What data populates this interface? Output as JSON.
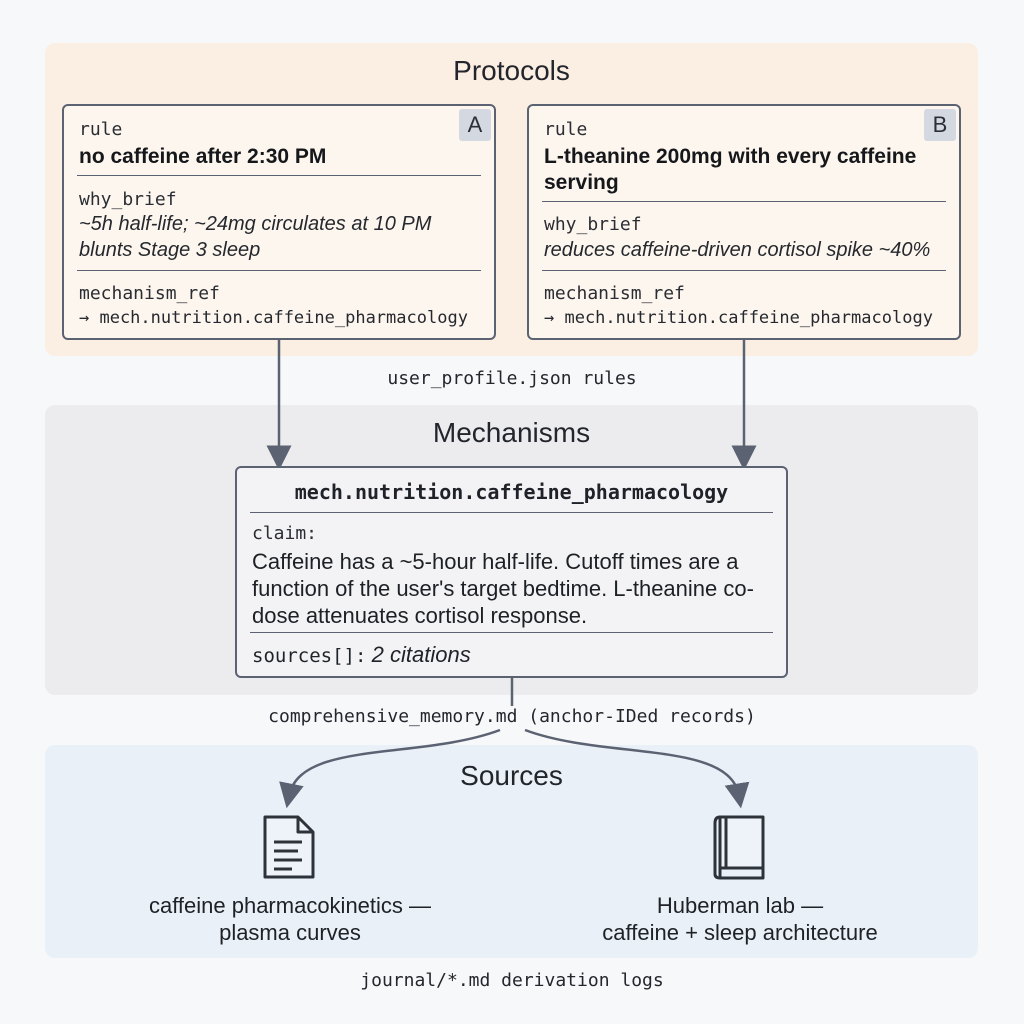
{
  "protocols": {
    "title": "Protocols",
    "card_a": {
      "badge": "A",
      "rule_label": "rule",
      "rule": "no caffeine after 2:30 PM",
      "why_label": "why_brief",
      "why": "~5h half-life; ~24mg circulates at 10 PM blunts Stage 3 sleep",
      "mechanism_label": "mechanism_ref",
      "mechanism": "→ mech.nutrition.caffeine_pharmacology"
    },
    "card_b": {
      "badge": "B",
      "rule_label": "rule",
      "rule": "L-theanine 200mg with every caffeine serving",
      "why_label": "why_brief",
      "why": "reduces caffeine-driven cortisol spike ~40%",
      "mechanism_label": "mechanism_ref",
      "mechanism": "→ mech.nutrition.caffeine_pharmacology"
    }
  },
  "captions": {
    "protocols_to_mechanisms": "user_profile.json rules",
    "mechanisms_to_sources": "comprehensive_memory.md (anchor-IDed records)",
    "sources_footer": "journal/*.md derivation logs"
  },
  "mechanisms": {
    "title": "Mechanisms",
    "card": {
      "id": "mech.nutrition.caffeine_pharmacology",
      "claim_label": "claim:",
      "claim": "Caffeine has a ~5-hour half-life. Cutoff times are a function of the user's target bedtime. L-theanine co-dose attenuates cortisol response.",
      "sources_label": "sources[]:",
      "sources_count": "2 citations"
    }
  },
  "sources": {
    "title": "Sources",
    "items": [
      {
        "icon": "document-icon",
        "line1": "caffeine pharmacokinetics —",
        "line2": "plasma curves"
      },
      {
        "icon": "book-icon",
        "line1": "Huberman lab —",
        "line2": "caffeine + sleep architecture"
      }
    ]
  },
  "colors": {
    "protocols_band": "#fbeee3",
    "mechanisms_band": "#ececef",
    "sources_band": "#e9f0f7",
    "border": "#5b6272",
    "arrow": "#5b6272"
  }
}
